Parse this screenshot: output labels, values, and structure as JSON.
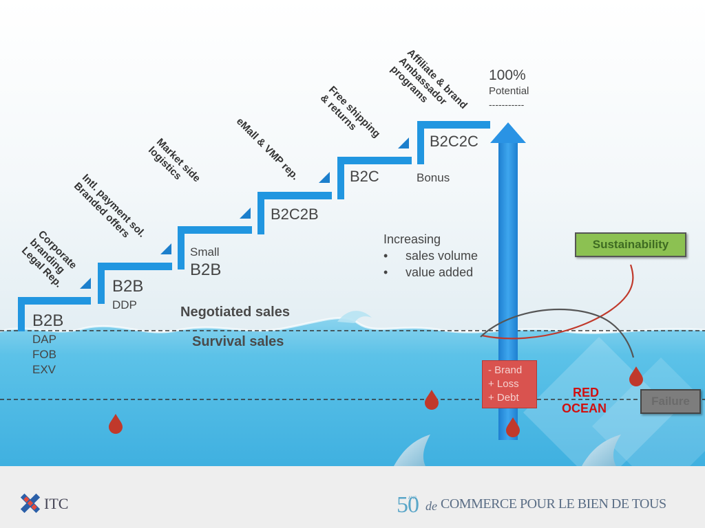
{
  "steps": [
    {
      "id": "b2b-exw",
      "title": "B2B",
      "lines": [
        "DAP",
        "FOB",
        "EXV"
      ],
      "annotation": "Corporate\nbranding\nLegal Rep."
    },
    {
      "id": "b2b-ddp",
      "title": "B2B",
      "lines": [
        "DDP"
      ],
      "annotation": "Intl. payment sol.\nBranded offers"
    },
    {
      "id": "small-b2b",
      "title": "B2B",
      "prefix": "Small",
      "annotation": "Market side\nlogistics"
    },
    {
      "id": "b2c2b",
      "title": "B2C2B",
      "annotation": "eMall & VMP rep."
    },
    {
      "id": "b2c",
      "title": "B2C",
      "annotation": "Free shipping\n& returns"
    },
    {
      "id": "b2c2c",
      "title": "B2C2C",
      "lines": [
        "Bonus"
      ],
      "annotation": "Affiliate & brand\nAmbassador\nprograms"
    }
  ],
  "potential": {
    "value": "100%",
    "label": "Potential",
    "dashes": "-----------"
  },
  "increasing": {
    "title": "Increasing",
    "bullets": [
      "sales volume",
      "value added"
    ],
    "bullet_char": "•"
  },
  "zones": {
    "negotiated": "Negotiated sales",
    "survival": "Survival sales"
  },
  "brand_loss": {
    "lines": [
      "- Brand",
      "+ Loss",
      "+ Debt"
    ]
  },
  "red_ocean": {
    "line1": "RED",
    "line2": "OCEAN"
  },
  "sustainability": {
    "label": "Sustainability"
  },
  "failure": {
    "label": "Failure"
  },
  "footer": {
    "logo": "ITC",
    "anniv_digit": "5",
    "anniv_zero": "0",
    "anniv_small": "ANS",
    "de": "de",
    "tagline": "COMMERCE POUR LE BIEN DE TOUS"
  },
  "colors": {
    "stair": "#2196e0",
    "stair_light": "#6cc3f5",
    "ocean": "#5ec6e8",
    "red": "#d9534f",
    "sustain_green": "#4c7a2d",
    "failure_grey": "#6a6a6a",
    "red_text": "#d01010"
  }
}
